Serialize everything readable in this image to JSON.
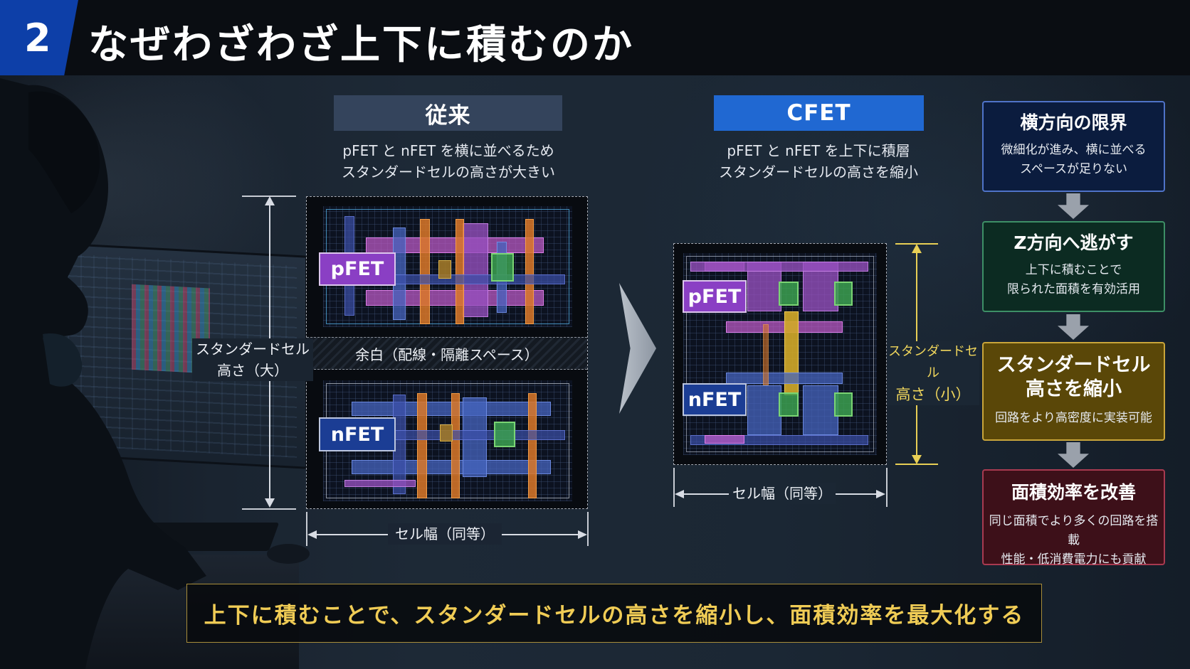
{
  "header": {
    "section_number": "2",
    "title": "なぜわざわざ上下に積むのか"
  },
  "conventional": {
    "label": "従来",
    "caption_line1": "pFET と nFET を横に並べるため",
    "caption_line2": "スタンダードセルの高さが大きい",
    "pfet_tag": "pFET",
    "nfet_tag": "nFET",
    "spacer_label": "余白（配線・隔離スペース）",
    "height_label_line1": "スタンダードセル",
    "height_label_line2": "高さ（大）",
    "width_label": "セル幅（同等）"
  },
  "cfet": {
    "label": "CFET",
    "caption_line1": "pFET と nFET を上下に積層",
    "caption_line2": "スタンダードセルの高さを縮小",
    "pfet_tag": "pFET",
    "nfet_tag": "nFET",
    "height_label_line1": "スタンダードセル",
    "height_label_line2": "高さ（小）",
    "width_label": "セル幅（同等）"
  },
  "flow": [
    {
      "title": "横方向の限界",
      "desc_line1": "微細化が進み、横に並べる",
      "desc_line2": "スペースが足りない"
    },
    {
      "title": "Z方向へ逃がす",
      "desc_line1": "上下に積むことで",
      "desc_line2": "限られた面積を有効活用"
    },
    {
      "title_line1": "スタンダードセル",
      "title_line2": "高さを縮小",
      "desc_line1": "回路をより高密度に実装可能"
    },
    {
      "title": "面積効率を改善",
      "desc_line1": "同じ面積でより多くの回路を搭載",
      "desc_line2": "性能・低消費電力にも貢献"
    }
  ],
  "banner": {
    "text": "上下に積むことで、スタンダードセルの高さを縮小し、面積効率を最大化する"
  },
  "colors": {
    "header_accent": "#0d3fa8",
    "cfet_accent": "#2068d2",
    "banner_text": "#f0cc55",
    "height_small_label": "#f0d65c"
  }
}
